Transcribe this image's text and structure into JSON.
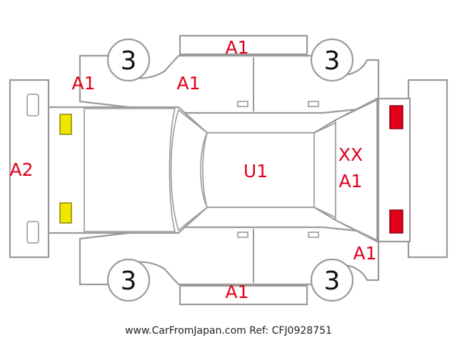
{
  "wheels": [
    "3",
    "3",
    "3",
    "3"
  ],
  "labels": {
    "roof": "U1",
    "front_bumper": "A2",
    "rear_panel_code1": "XX",
    "rear_panel_code2": "A1",
    "left_doors": "A1",
    "right_doors": "A1",
    "left_front_fender": "A1",
    "left_front_door": "A1",
    "right_rear_fender": "A1"
  },
  "caption": "www.CarFromJapan.com Ref: CFJ0928751",
  "colors": {
    "label_red": "#e0001b",
    "headlight_yellow": "#f2e600",
    "taillight_red": "#e3001b",
    "outline_gray": "#9a9a9a"
  }
}
